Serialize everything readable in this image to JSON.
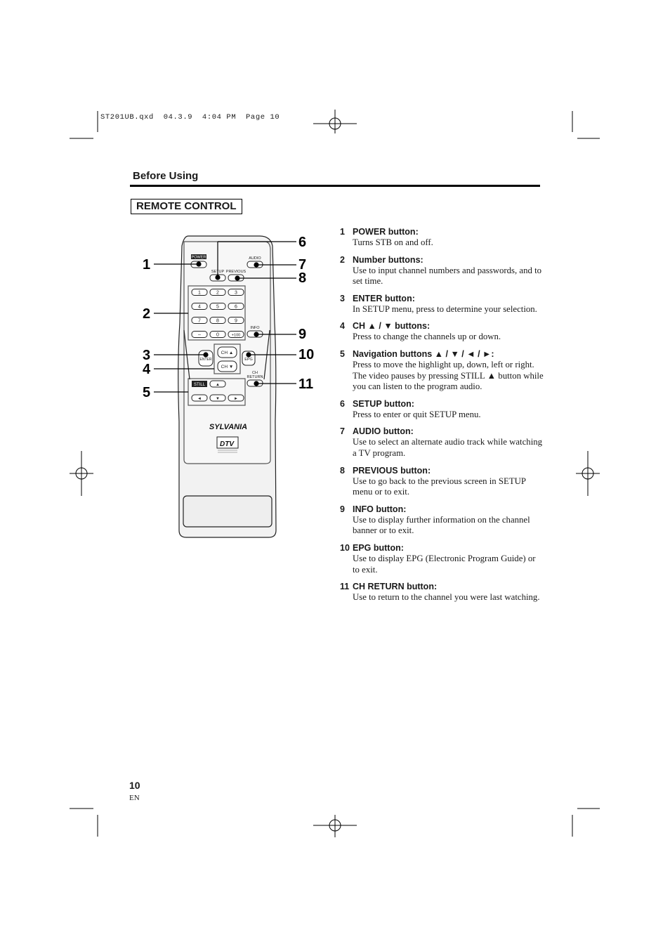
{
  "slug": "ST201UB.qxd  04.3.9  4:04 PM  Page 10",
  "section_title": "Before Using",
  "box_title": "REMOTE CONTROL",
  "remote": {
    "labels": {
      "power": "POWER",
      "setup": "SETUP",
      "previous": "PREVIOUS",
      "audio": "AUDIO",
      "info": "INFO",
      "enter": "ENTER",
      "epg": "EPG",
      "ch_up": "CH ▲",
      "ch_down": "CH ▼",
      "ch_return_1": "CH",
      "ch_return_2": "RETURN",
      "still": "STILL",
      "brand": "SYLVANIA",
      "dtv": "DTV"
    },
    "keys": [
      "1",
      "2",
      "3",
      "4",
      "5",
      "6",
      "7",
      "8",
      "9",
      "–",
      "0",
      "+100"
    ],
    "nav": [
      "▲",
      "◄",
      "▼",
      "►"
    ],
    "callouts": [
      "1",
      "2",
      "3",
      "4",
      "5",
      "6",
      "7",
      "8",
      "9",
      "10",
      "11"
    ]
  },
  "items": [
    {
      "num": "1",
      "title": "POWER button:",
      "body": [
        "Turns STB on and off."
      ]
    },
    {
      "num": "2",
      "title": "Number buttons:",
      "body": [
        "Use to input channel numbers and passwords, and to set time."
      ]
    },
    {
      "num": "3",
      "title": "ENTER button:",
      "body": [
        "In SETUP menu, press to determine your selection."
      ]
    },
    {
      "num": "4",
      "title": "CH ▲ / ▼ buttons:",
      "body": [
        "Press to change the channels up or down."
      ]
    },
    {
      "num": "5",
      "title": "Navigation buttons ▲ / ▼ / ◄ / ►:",
      "body": [
        "Press to move the highlight up, down, left or right.",
        "The video pauses by pressing STILL ▲ button while you can listen to the program audio."
      ]
    },
    {
      "num": "6",
      "title": "SETUP button:",
      "body": [
        "Press to enter or quit SETUP menu."
      ]
    },
    {
      "num": "7",
      "title": "AUDIO button:",
      "body": [
        "Use to select an alternate audio track while watching a TV program."
      ]
    },
    {
      "num": "8",
      "title": "PREVIOUS button:",
      "body": [
        "Use to go back to the previous screen in SETUP menu or to exit."
      ]
    },
    {
      "num": "9",
      "title": "INFO button:",
      "body": [
        "Use to display further information on the channel banner or to exit."
      ]
    },
    {
      "num": "10",
      "title": "EPG button:",
      "body": [
        "Use to display EPG (Electronic Program Guide) or to exit."
      ]
    },
    {
      "num": "11",
      "title": "CH RETURN button:",
      "body": [
        "Use to return to the channel you were last watching."
      ]
    }
  ],
  "page_number": "10",
  "page_lang": "EN"
}
